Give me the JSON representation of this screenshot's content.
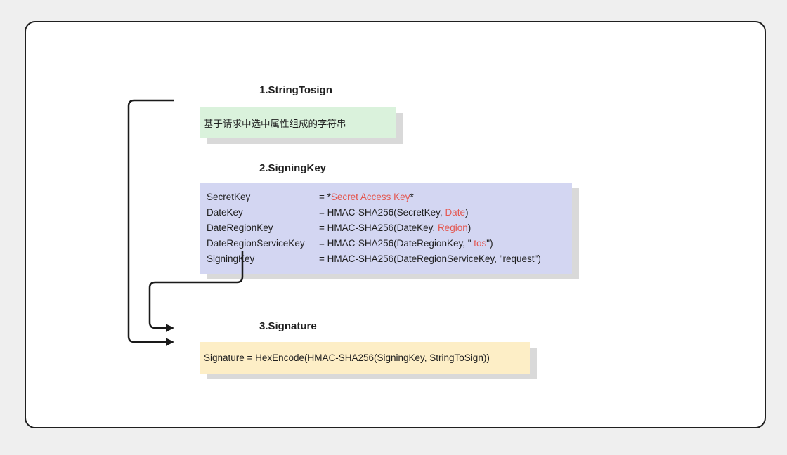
{
  "colors": {
    "page_bg": "#efefef",
    "card_bg": "#ffffff",
    "card_border": "#1f1f1f",
    "text": "#1f1f1f",
    "highlight_red": "#e4564f",
    "step1_box_bg": "#daf2dc",
    "step2_box_bg": "#d3d6f2",
    "step3_box_bg": "#fdeec6",
    "box_shadow": "#d9d9d9",
    "arrow": "#1a1a1a"
  },
  "step1": {
    "title": "1.StringTosign",
    "box_text": "基于请求中选中属性组成的字符串"
  },
  "step2": {
    "title": "2.SigningKey",
    "rows": [
      {
        "key": "SecretKey",
        "value_parts": [
          {
            "text": "= *",
            "red": false
          },
          {
            "text": "Secret Access Key",
            "red": true
          },
          {
            "text": "*",
            "red": false
          }
        ]
      },
      {
        "key": "DateKey",
        "value_parts": [
          {
            "text": "= HMAC-SHA256(SecretKey, ",
            "red": false
          },
          {
            "text": "Date",
            "red": true
          },
          {
            "text": ")",
            "red": false
          }
        ]
      },
      {
        "key": "DateRegionKey",
        "value_parts": [
          {
            "text": "= HMAC-SHA256(DateKey, ",
            "red": false
          },
          {
            "text": "Region",
            "red": true
          },
          {
            "text": ")",
            "red": false
          }
        ]
      },
      {
        "key": "DateRegionServiceKey",
        "value_parts": [
          {
            "text": "= HMAC-SHA256(DateRegionKey, \" ",
            "red": false
          },
          {
            "text": "tos",
            "red": true
          },
          {
            "text": "\")",
            "red": false
          }
        ]
      },
      {
        "key": "SigningKey",
        "value_parts": [
          {
            "text": "= HMAC-SHA256(DateRegionServiceKey, \"request\")",
            "red": false
          }
        ]
      }
    ]
  },
  "step3": {
    "title": "3.Signature",
    "box_text": "Signature = HexEncode(HMAC-SHA256(SigningKey, StringToSign))"
  }
}
